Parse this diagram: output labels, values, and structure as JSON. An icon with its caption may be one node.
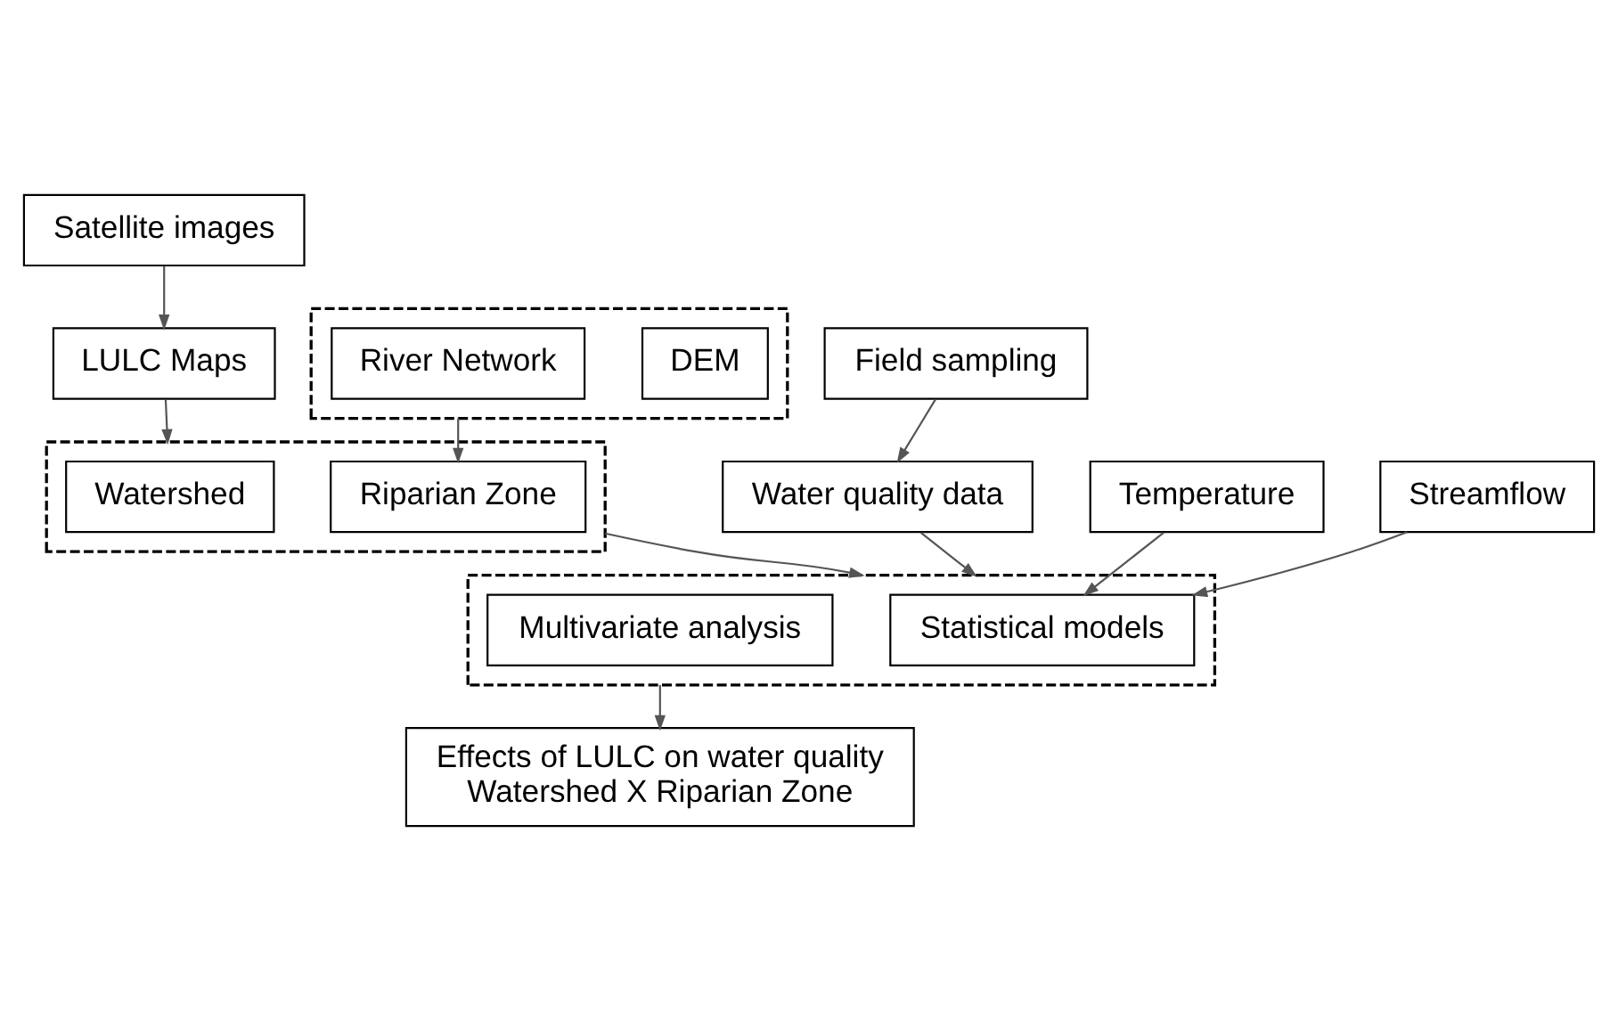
{
  "diagram": {
    "nodes": [
      {
        "text": [
          "Satellite images"
        ]
      },
      {
        "text": [
          "LULC Maps"
        ]
      },
      {
        "text": [],
        "shape": "box"
      },
      {
        "text": [
          "DEM"
        ],
        "in": 2
      },
      {
        "text": [
          "River Network"
        ],
        "in": 2
      },
      {
        "text": [
          "Field sampling"
        ]
      },
      {
        "text": [
          "Water quality data"
        ]
      },
      {
        "text": [],
        "shape": "box"
      },
      {
        "text": [
          "Watershed"
        ],
        "in": 7
      },
      {
        "text": [
          "Riparian Zone"
        ],
        "in": 7
      },
      {
        "text": [
          "Temperature"
        ]
      },
      {
        "text": [],
        "shape": "box"
      },
      {
        "text": [
          "Statistical models"
        ],
        "in": 11
      },
      {
        "text": [
          "Multivariate analysis"
        ],
        "in": 11
      },
      {
        "text": [
          "Streamflow"
        ]
      },
      {
        "text": [
          "Effects of LULC on water quality",
          "Watershed X Riparian Zone"
        ]
      }
    ],
    "edges": [
      {
        "from": 0,
        "to": 1,
        "arrow": "to"
      },
      {
        "from": 1,
        "to": 7,
        "arrow": "to"
      },
      {
        "from": 2,
        "to": 9,
        "arrow": "to"
      },
      {
        "from": 5,
        "to": 6,
        "arrow": "to"
      },
      {
        "from": 6,
        "to": 11,
        "arrow": "to"
      },
      {
        "from": 7,
        "to": 11,
        "arrow": "to"
      },
      {
        "from": 10,
        "to": 12,
        "arrow": "to"
      },
      {
        "from": 14,
        "to": 12,
        "arrow": "to"
      },
      {
        "from": 11,
        "to": 15,
        "arrow": "to"
      }
    ]
  }
}
